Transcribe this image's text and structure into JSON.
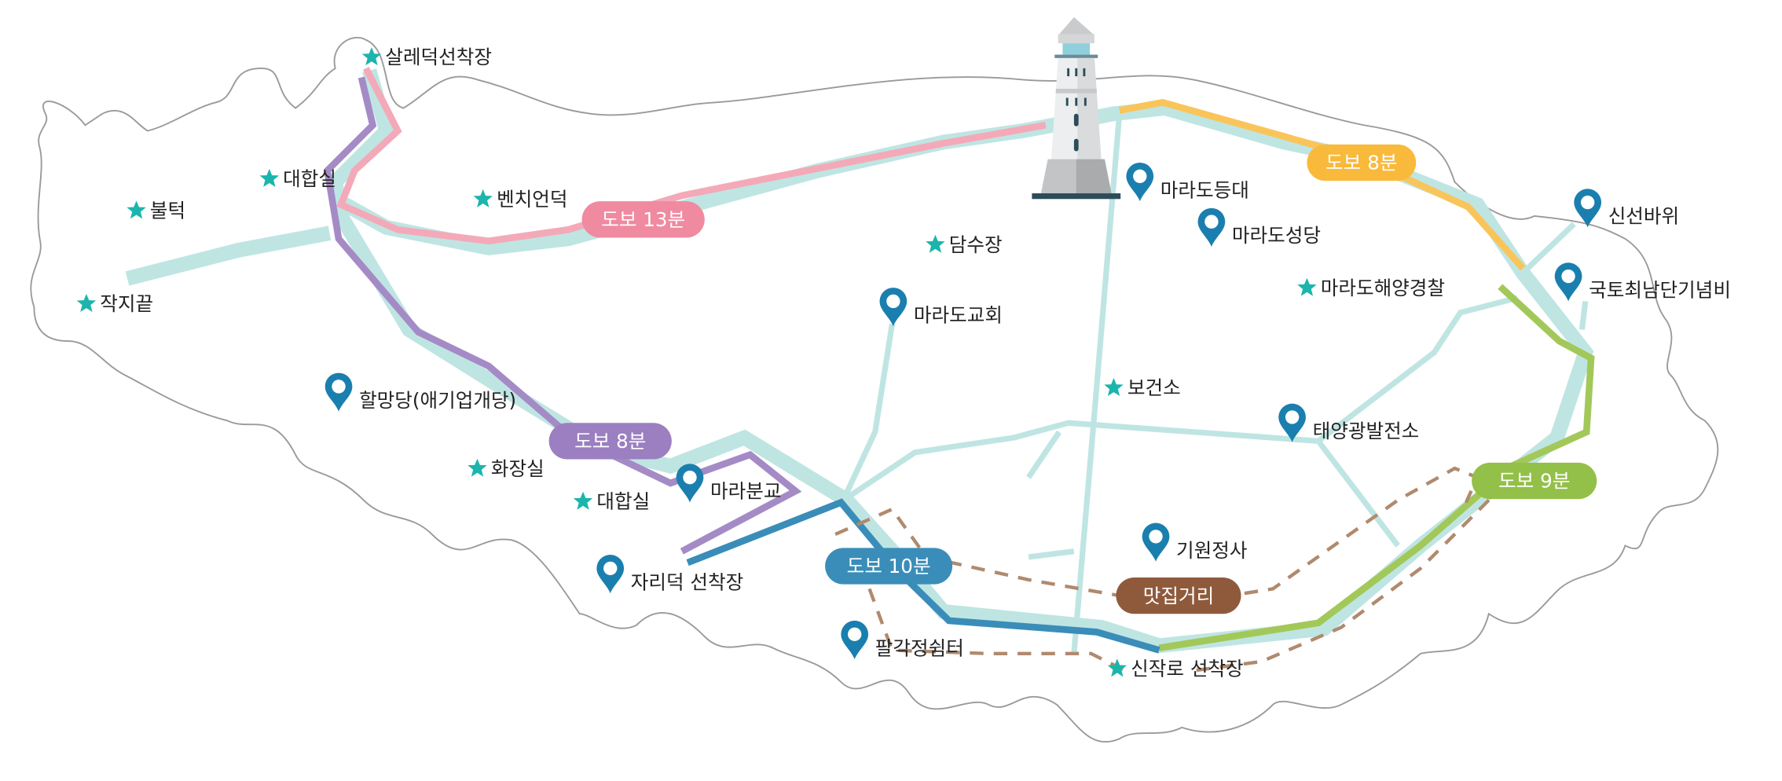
{
  "map": {
    "colors": {
      "base_path": "#bfe5e3",
      "star": "#1bb5ad",
      "pin": "#1a7fae",
      "coast": "#9a9a9a",
      "route_pink": "#f08aa0",
      "route_orange": "#f9b93a",
      "route_purple": "#9b7fc0",
      "route_green": "#93c049",
      "route_blue": "#3a8db8",
      "route_brown": "#8f5a3c"
    },
    "landmarks": [
      {
        "name": "살레덕선착장",
        "icon": "star-icon"
      },
      {
        "name": "대합실",
        "icon": "star-icon"
      },
      {
        "name": "불턱",
        "icon": "star-icon"
      },
      {
        "name": "벤치언덕",
        "icon": "star-icon"
      },
      {
        "name": "작지끝",
        "icon": "star-icon"
      },
      {
        "name": "담수장",
        "icon": "star-icon"
      },
      {
        "name": "마라도해양경찰",
        "icon": "star-icon"
      },
      {
        "name": "보건소",
        "icon": "star-icon"
      },
      {
        "name": "화장실",
        "icon": "star-icon"
      },
      {
        "name": "대합실",
        "icon": "star-icon"
      },
      {
        "name": "신작로 선착장",
        "icon": "star-icon"
      }
    ],
    "places": [
      {
        "name": "마라도등대",
        "icon": "map-pin-icon"
      },
      {
        "name": "마라도성당",
        "icon": "map-pin-icon"
      },
      {
        "name": "신선바위",
        "icon": "map-pin-icon"
      },
      {
        "name": "국토최남단기념비",
        "icon": "map-pin-icon"
      },
      {
        "name": "마라도교회",
        "icon": "map-pin-icon"
      },
      {
        "name": "할망당(애기업개당)",
        "icon": "map-pin-icon"
      },
      {
        "name": "태양광발전소",
        "icon": "map-pin-icon"
      },
      {
        "name": "마라분교",
        "icon": "map-pin-icon"
      },
      {
        "name": "기원정사",
        "icon": "map-pin-icon"
      },
      {
        "name": "자리덕 선착장",
        "icon": "map-pin-icon"
      },
      {
        "name": "팔각정쉼터",
        "icon": "map-pin-icon"
      }
    ],
    "route_badges": [
      {
        "label": "도보 13분",
        "color": "#f08aa0"
      },
      {
        "label": "도보 8분",
        "color": "#f9b93a"
      },
      {
        "label": "도보 8분",
        "color": "#9b7fc0"
      },
      {
        "label": "도보 9분",
        "color": "#93c049"
      },
      {
        "label": "도보 10분",
        "color": "#3a8db8"
      },
      {
        "label": "맛집거리",
        "color": "#8f5a3c"
      }
    ]
  }
}
